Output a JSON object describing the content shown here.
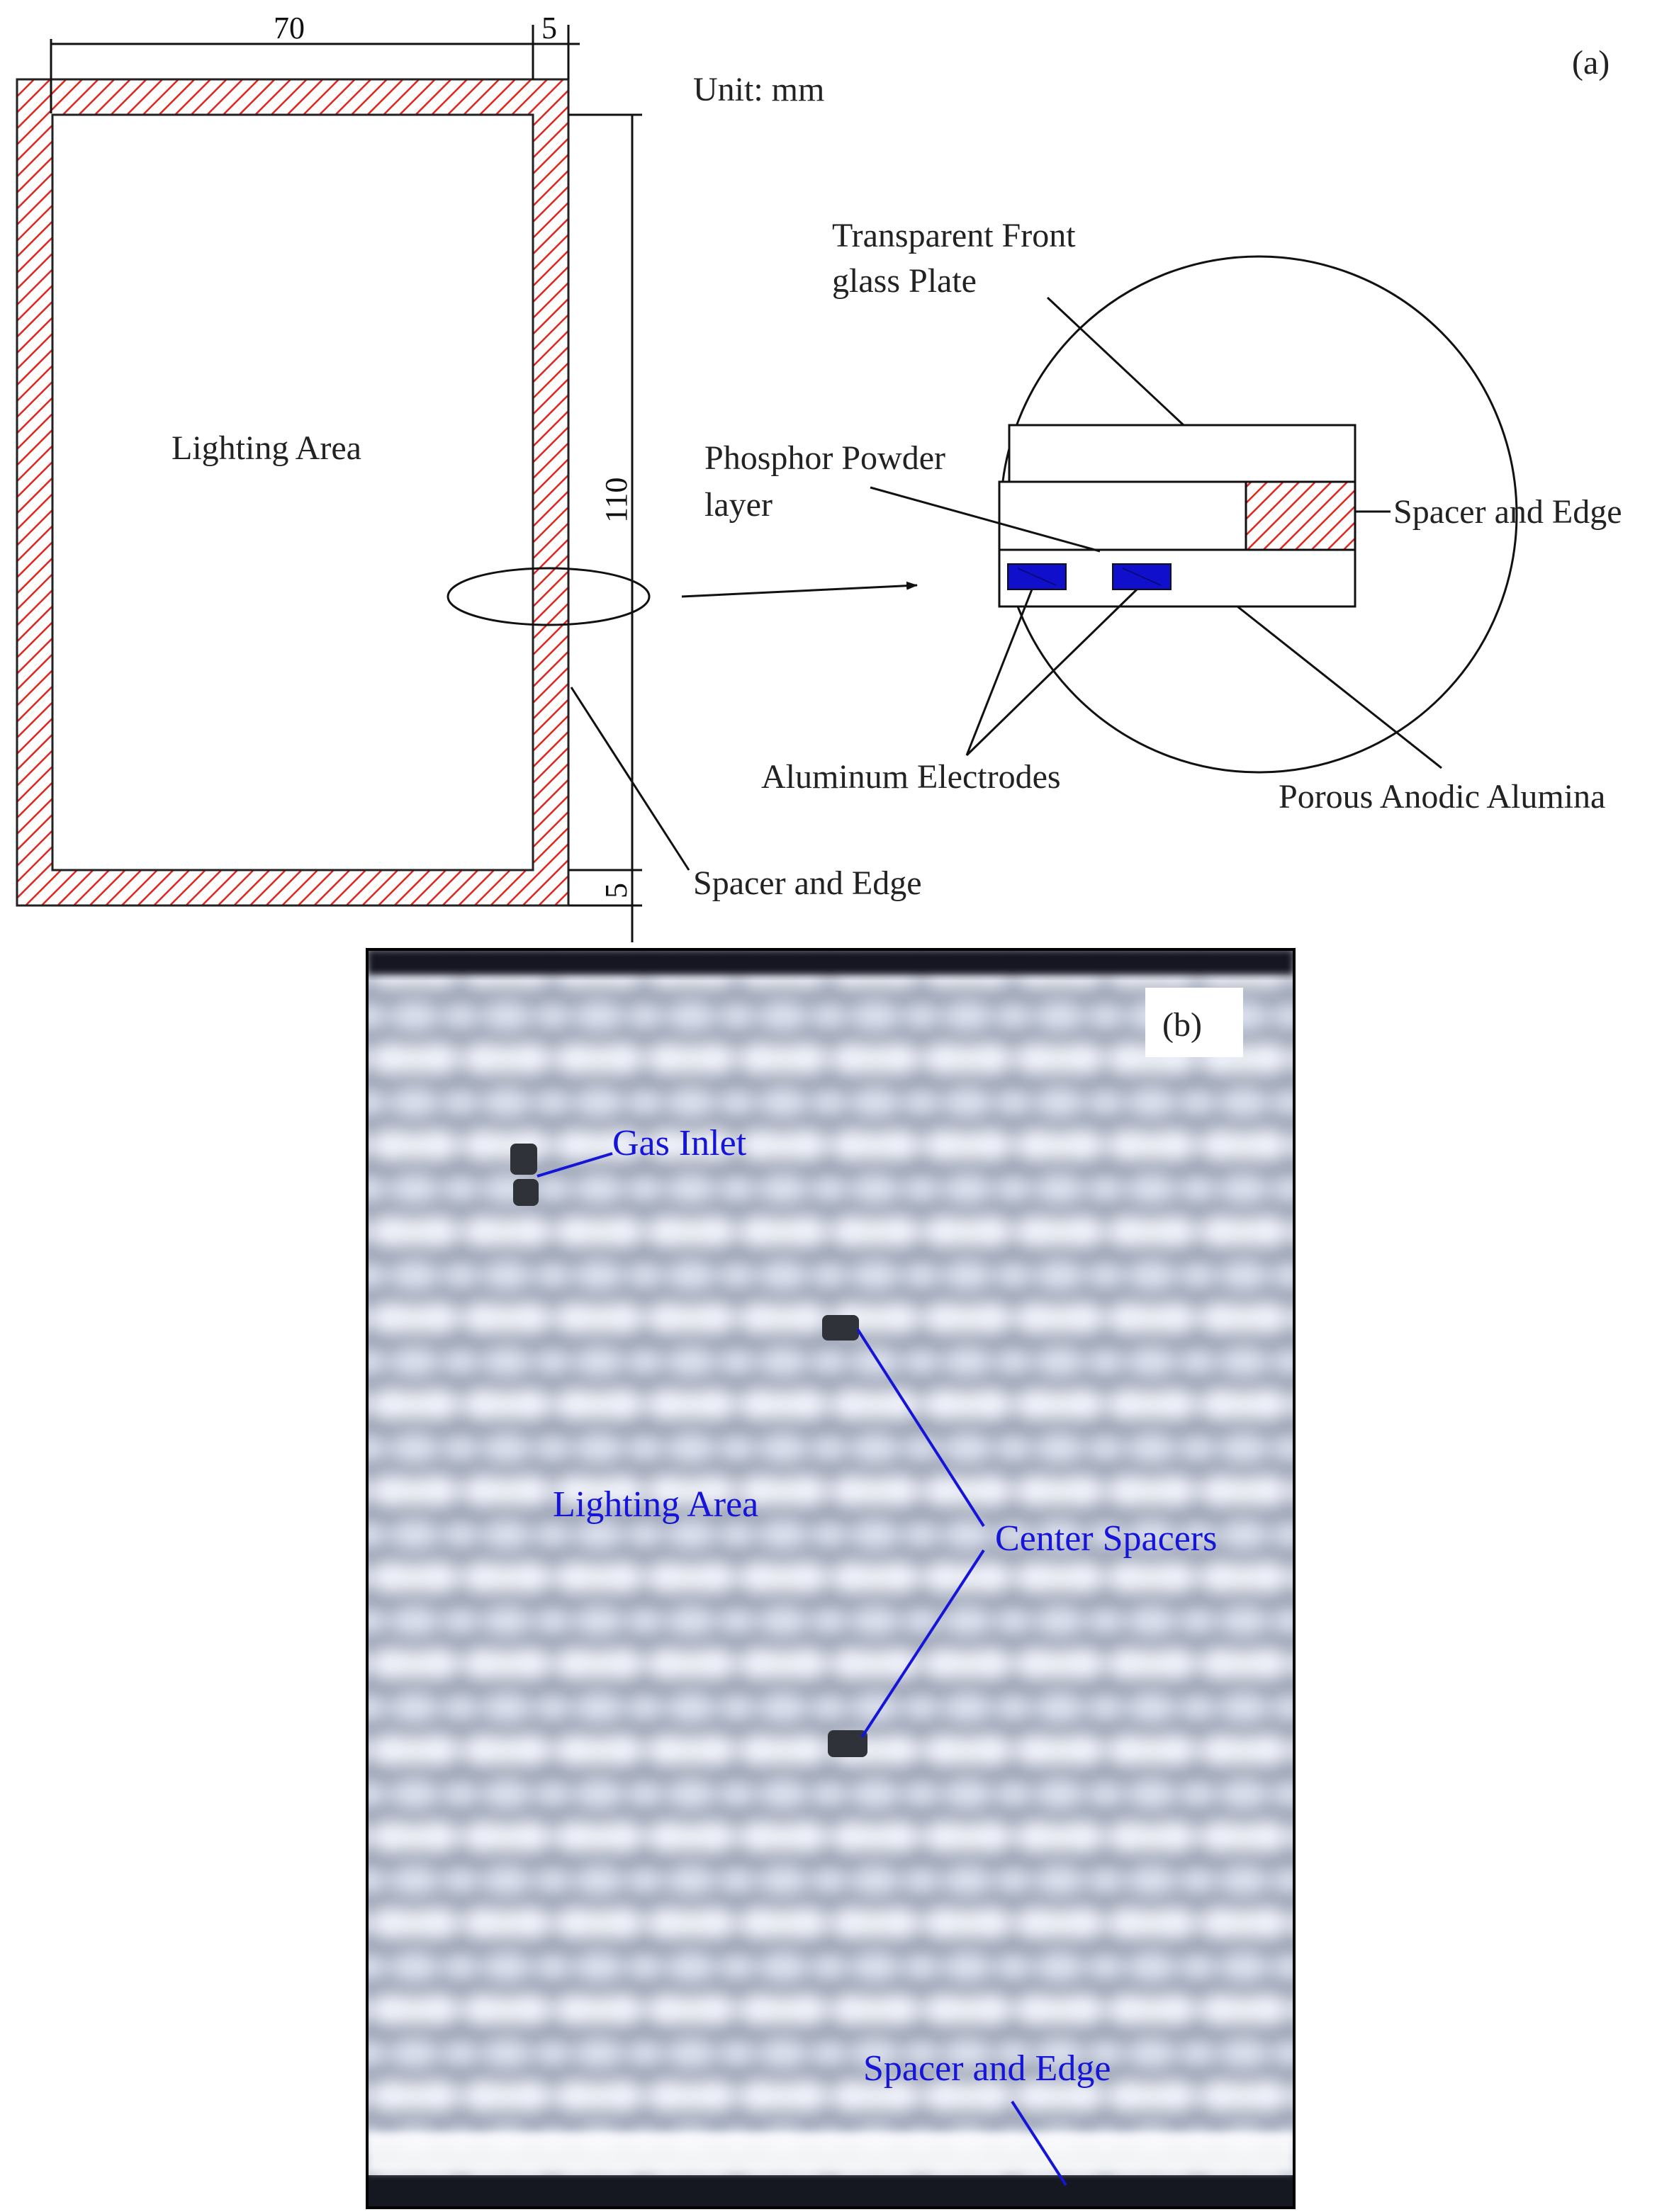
{
  "panel_a": {
    "tag": "(a)",
    "unit": "Unit: mm",
    "dims": {
      "width": "70",
      "edge_top": "5",
      "height": "110",
      "edge_bottom": "5"
    },
    "lighting_area": "Lighting Area",
    "spacer_edge": "Spacer and Edge",
    "detail": {
      "front_plate_1": "Transparent Front",
      "front_plate_2": "glass Plate",
      "phosphor_1": "Phosphor Powder",
      "phosphor_2": "layer",
      "spacer_edge": "Spacer and Edge",
      "electrodes": "Aluminum Electrodes",
      "alumina": "Porous Anodic Alumina"
    },
    "colors": {
      "hatch": "#e0251f",
      "electrode": "#1010cc"
    }
  },
  "panel_b": {
    "tag": "(b)",
    "gas_inlet": "Gas Inlet",
    "lighting_area": "Lighting Area",
    "center_spacers": "Center Spacers",
    "spacer_edge": "Spacer and Edge",
    "colors": {
      "annotation": "#1515d8",
      "glow": "#f2f5ff"
    }
  }
}
